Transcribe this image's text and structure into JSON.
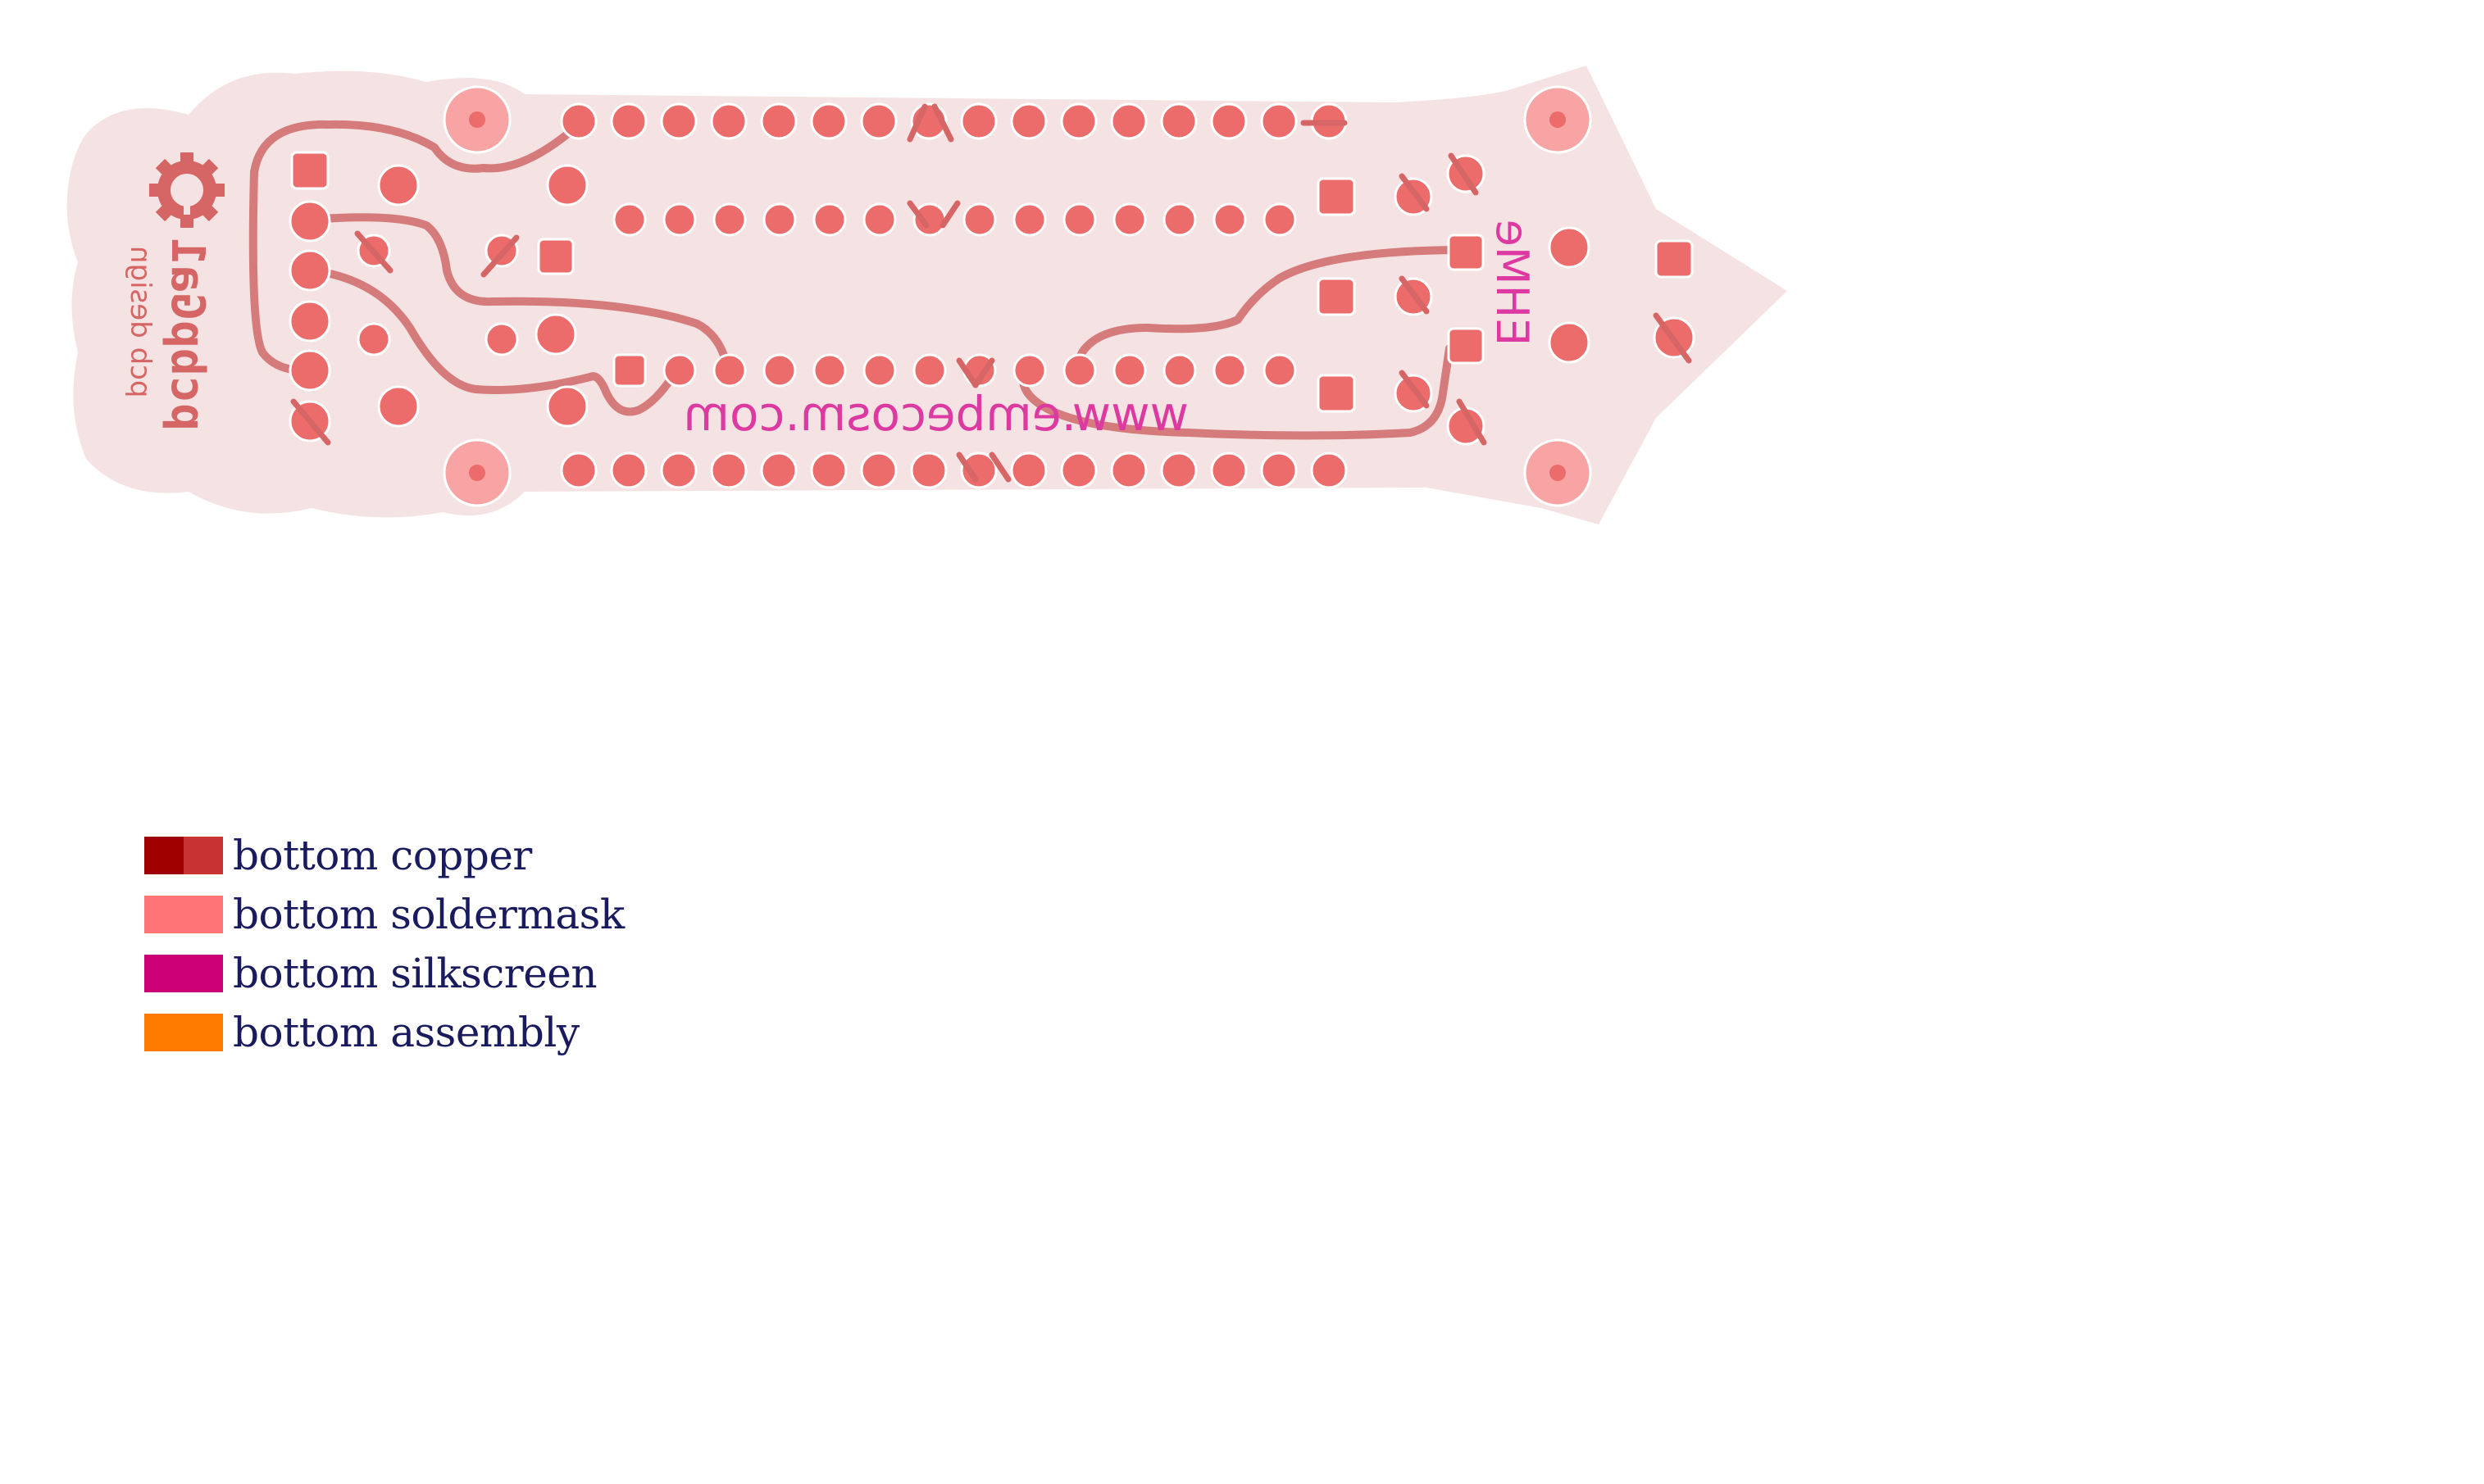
{
  "diagram": {
    "silkscreen_url": "www.embecosm.com",
    "silkscreen_tag": "EHMe",
    "brand_logo_text": "pcbpGa1",
    "brand_sub_text": "pcb design"
  },
  "legend": {
    "items": [
      {
        "label": "bottom copper",
        "colors": [
          "#a00000",
          "#c83232"
        ]
      },
      {
        "label": "bottom soldermask",
        "colors": [
          "#ff7575"
        ]
      },
      {
        "label": "bottom silkscreen",
        "colors": [
          "#cc0077"
        ]
      },
      {
        "label": "bottom assembly",
        "colors": [
          "#ff7b00"
        ]
      }
    ]
  },
  "colors": {
    "board": "#f5e3e3",
    "mask": "#ec6b6b",
    "trace": "#d67b7b",
    "hole": "#f8a4a4",
    "silk": "#dc3aa0",
    "text": "#1a1a5e"
  }
}
